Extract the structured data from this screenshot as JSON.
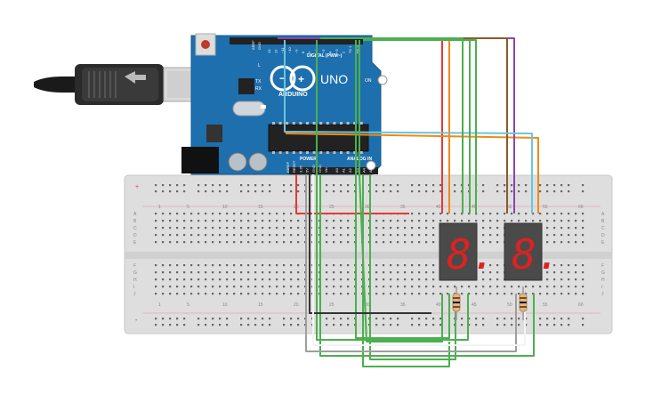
{
  "arduino": {
    "brand": "ARDUINO",
    "model": "UNO",
    "digital_label": "DIGITAL (PWM~)",
    "power_label": "POWER",
    "analog_label": "ANALOG IN",
    "aref_label": "AREF",
    "gnd_label": "GND",
    "led_l_label": "L",
    "led_tx_label": "TX",
    "led_rx_label": "RX",
    "on_label": "ON",
    "digital_pins": [
      "13",
      "12",
      "~11",
      "~10",
      "~9",
      "8",
      "7",
      "~6",
      "~5",
      "4",
      "~3",
      "2",
      "TX 1",
      "RX 0"
    ],
    "power_pins": [
      "IOREF",
      "RESET",
      "3.3V",
      "5V",
      "GND",
      "GND",
      "Vin"
    ],
    "analog_pins": [
      "A0",
      "A1",
      "A2",
      "A3",
      "A4",
      "A5"
    ],
    "board_color": "#1f77b4"
  },
  "breadboard": {
    "column_numbers": [
      "1",
      "5",
      "10",
      "15",
      "20",
      "25",
      "30",
      "35",
      "40",
      "45",
      "50",
      "55",
      "60"
    ],
    "row_letters_top": [
      "A",
      "B",
      "C",
      "D",
      "E"
    ],
    "row_letters_bottom": [
      "F",
      "G",
      "H",
      "I",
      "J"
    ],
    "rail_plus": "+",
    "rail_minus": "-"
  },
  "displays": [
    {
      "digit": "8.",
      "color": "#d22"
    },
    {
      "digit": "8.",
      "color": "#d22"
    }
  ],
  "wire_colors": {
    "red": "#e53935",
    "orange": "#ef8a17",
    "green": "#4caf50",
    "purple": "#8e44ad",
    "brown": "#8b5a2b",
    "cyan": "#6cc5d9",
    "black": "#333333",
    "gray": "#9e9e9e",
    "white": "#f2f2f2"
  }
}
